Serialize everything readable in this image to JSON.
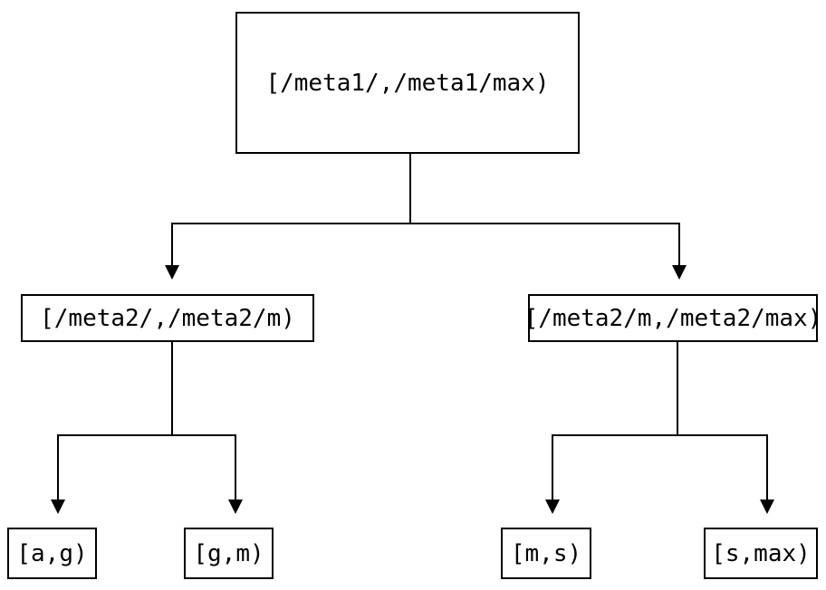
{
  "diagram": {
    "background_color": "#ffffff",
    "line_color": "#000000",
    "nodes": {
      "root": {
        "label": "[/meta1/,/meta1/max)"
      },
      "meta2_left": {
        "label": "[/meta2/,/meta2/m)"
      },
      "meta2_right": {
        "label": "[/meta2/m,/meta2/max)"
      },
      "leaf_ag": {
        "label": "[a,g)"
      },
      "leaf_gm": {
        "label": "[g,m)"
      },
      "leaf_ms": {
        "label": "[m,s)"
      },
      "leaf_smax": {
        "label": "[s,max)"
      }
    }
  }
}
